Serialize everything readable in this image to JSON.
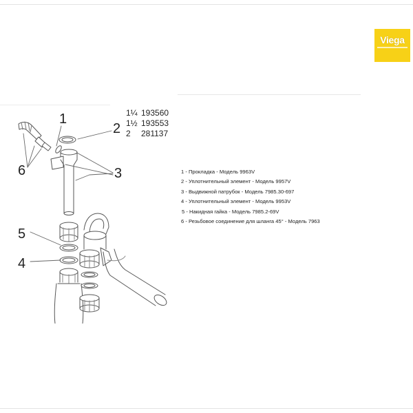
{
  "brand": {
    "logo_text": "Viega",
    "color": "#f7d117"
  },
  "sizes": [
    {
      "size": "1¼",
      "article": "193560"
    },
    {
      "size": "1½",
      "article": "193553"
    },
    {
      "size": "2",
      "article": "281137"
    }
  ],
  "callouts": [
    "1",
    "2",
    "3",
    "4",
    "5",
    "6"
  ],
  "legend": [
    "1 - Прокладка - Модель 9963V",
    "2 - Уплотнительный элемент - Модель 9957V",
    "3 - Выдвижной патрубок - Модель 7985.30-697",
    "4 - Уплотнительный элемент - Модель 9953V",
    "5 - Накидная гайка - Модель 7985.2-69V",
    "6 - Резьбовое соединение для шланга 45° - Модель 7963"
  ]
}
